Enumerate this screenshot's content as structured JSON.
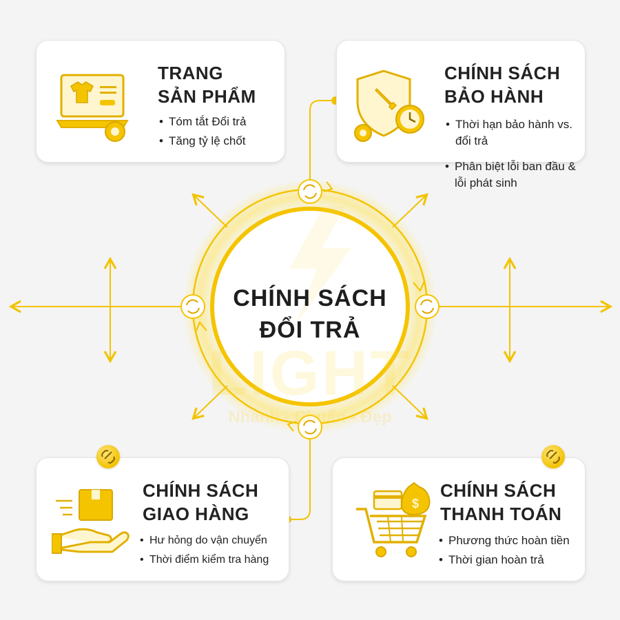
{
  "center": {
    "line1": "CHÍNH SÁCH",
    "line2": "ĐỔI TRẢ"
  },
  "watermark": {
    "brand": "LIGHT",
    "tagline": "Nhanh - Chuẩn - Đẹp"
  },
  "cards": {
    "product": {
      "title_line1": "TRANG",
      "title_line2": "SẢN PHẨM",
      "bullets": [
        "Tóm tắt Đổi trả",
        "Tăng tỷ lệ chốt"
      ],
      "icon": "laptop-shirt-icon"
    },
    "warranty": {
      "title_line1": "CHÍNH SÁCH",
      "title_line2": "BẢO HÀNH",
      "bullets": [
        "Thời hạn bảo hành vs. đổi trả",
        "Phân biệt lỗi ban đầu & lỗi phát sinh"
      ],
      "icon": "shield-wrench-clock-icon"
    },
    "shipping": {
      "title_line1": "CHÍNH SÁCH",
      "title_line2": "GIAO HÀNG",
      "bullets": [
        "Hư hỏng do vận chuyển",
        "Thời điểm kiểm tra hàng"
      ],
      "icon": "hand-box-icon"
    },
    "payment": {
      "title_line1": "CHÍNH SÁCH",
      "title_line2": "THANH TOÁN",
      "bullets": [
        "Phương thức hoàn tiền",
        "Thời gian hoàn trả"
      ],
      "icon": "cart-money-icon"
    }
  },
  "colors": {
    "accent": "#f5c400",
    "accent_light": "#ffe680",
    "line": "#f2c300",
    "text": "#1f1f1f"
  }
}
